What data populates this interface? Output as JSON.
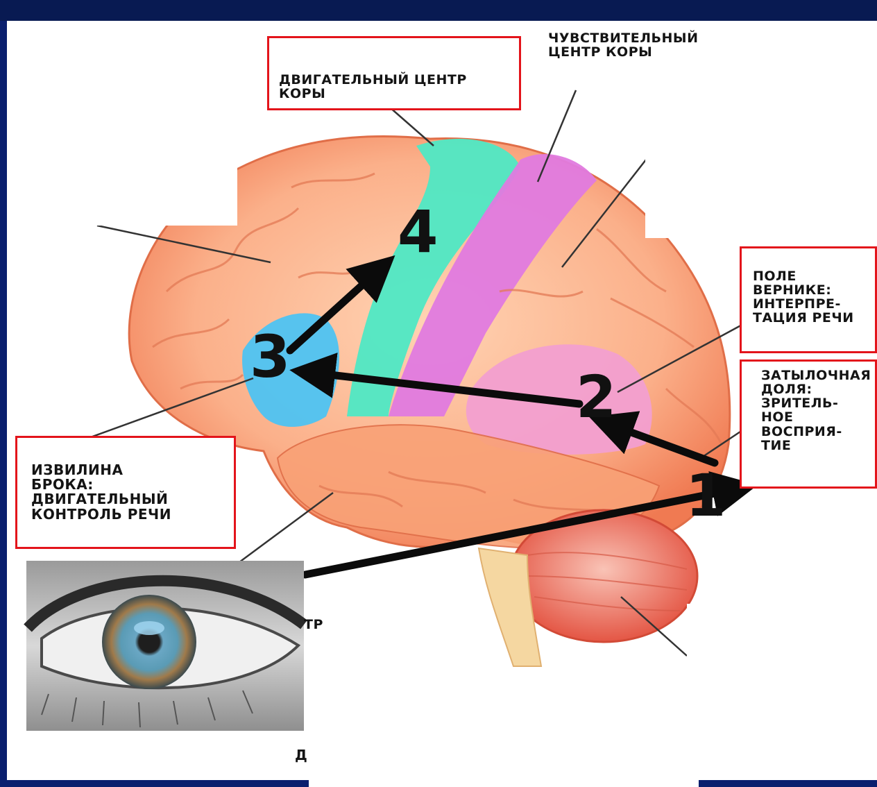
{
  "labels": {
    "motor_center": "ДВИГАТЕЛЬНЫЙ ЦЕНТР\nКОРЫ",
    "sensory_center": "ЧУВСТВИТЕЛЬНЫЙ\nЦЕНТР КОРЫ",
    "wernicke": "ПОЛЕ\nВЕРНИКЕ:\nИНТЕРПРЕ-\nТАЦИЯ РЕЧИ",
    "occipital": "ЗАТЫЛОЧНАЯ\nДОЛЯ:\nЗРИТЕЛЬ-\nНОЕ\nВОСПРИЯ-\nТИЕ",
    "broca": "ИЗВИЛИНА\nБРОКА:\nДВИГАТЕЛЬНЫЙ\nКОНТРОЛЬ РЕЧИ",
    "fragment_tr": "ТР",
    "fragment_d": "Д"
  },
  "numbers": {
    "n1": "1",
    "n2": "2",
    "n3": "3",
    "n4": "4"
  },
  "colors": {
    "slide_border": "#0a1f6e",
    "highlight_box": "#e3141b",
    "arrow": "#0b0b0b",
    "brain_base": "#f7a07a",
    "motor_zone": "#4fe8c4",
    "sensory_zone": "#e07adf",
    "broca_zone": "#4ec3f2",
    "wernicke_zone": "#f29fd0",
    "cerebellum": "#e8604e"
  },
  "icons": {
    "brain": "brain-illustration",
    "eye": "eye-photo"
  }
}
